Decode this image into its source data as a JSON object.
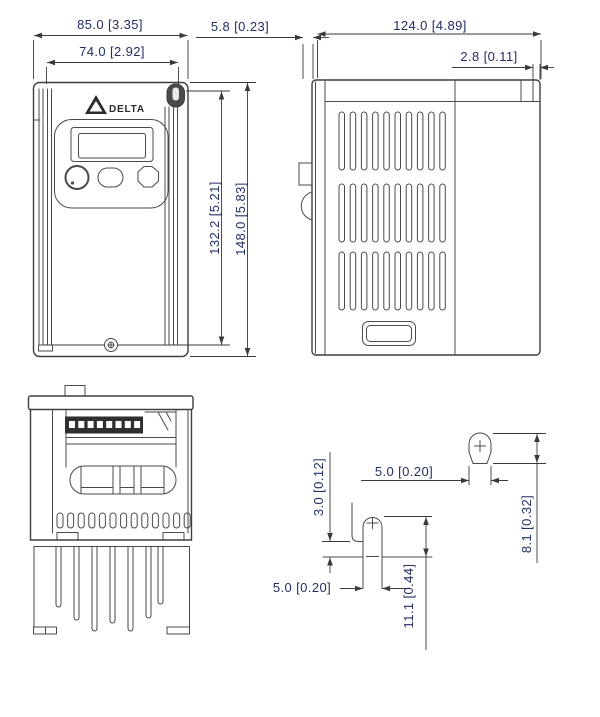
{
  "page": {
    "background": "#ffffff",
    "content": "technical dimensional drawing, three views plus mounting hole details"
  },
  "colors": {
    "line": "#3f3f3f",
    "dimension_text": "#232e63"
  },
  "logo": {
    "brand": "DELTA"
  },
  "views": {
    "front": {
      "dimensions": {
        "overall_width": "85.0 [3.35]",
        "mounting_width": "74.0 [2.92]",
        "mounting_height": "132.2 [5.21]",
        "overall_height": "148.0 [5.83]"
      }
    },
    "side": {
      "dimensions": {
        "front_tab_depth": "5.8 [0.23]",
        "overall_depth": "124.0 [4.89]",
        "rear_tab_depth": "2.8 [0.11]"
      }
    },
    "mount_top_hole": {
      "dimensions": {
        "width": "5.0 [0.20]",
        "height": "8.1 [0.32]"
      }
    },
    "mount_bottom_slot": {
      "dimensions": {
        "edge_offset": "3.0 [0.12]",
        "width": "5.0 [0.20]",
        "depth": "11.1 [0.44]"
      }
    }
  }
}
